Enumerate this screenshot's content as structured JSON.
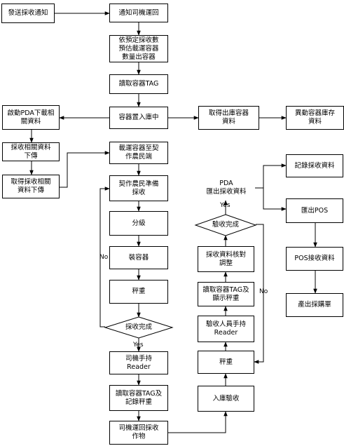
{
  "nodes": {
    "send_notice": "發送採收通知",
    "notify_driver": "通知司機運回",
    "estimate": "依預定採收數\n預估載運容器\n數量出容器",
    "read_tag": "讀取容器TAG",
    "container_in": "容器置入庫中",
    "get_out_data": "取得出庫容器\n資料",
    "update_inv": "異動容器庫存\n資料",
    "start_pda": "啟動PDA下載相\n關資料",
    "harvest_dl": "採收相關資料\n下傳",
    "get_harvest_dl": "取得採收相關\n資料下傳",
    "deliver": "載運容器至契\n作農民端",
    "farmer_prep": "契作農民準備\n採收",
    "grade": "分級",
    "pack": "裝容器",
    "weigh1": "秤重",
    "harvest_done": "採收完成",
    "driver_reader": "司機手持\nReader",
    "read_record": "讀取容器TAG及\n記錄秤重",
    "driver_return": "司機運回採收\n作物",
    "pda_export": "PDA\n匯出採收資料",
    "check_done": "驗收完成",
    "adjust": "採收資料核對\n調整",
    "read_show": "讀取容器TAG及\n顯示秤重",
    "inspector_reader": "驗收人員手持\nReader",
    "weigh2": "秤重",
    "warehouse_check": "入庫驗收",
    "record_harvest": "記錄採收資料",
    "export_pos": "匯出POS",
    "pos_receive": "POS接收資料",
    "produce_bill": "產出採購單"
  },
  "labels": {
    "yes_harvest": "Yes",
    "no_harvest": "No",
    "yes_check": "Yes",
    "no_check": "No"
  }
}
